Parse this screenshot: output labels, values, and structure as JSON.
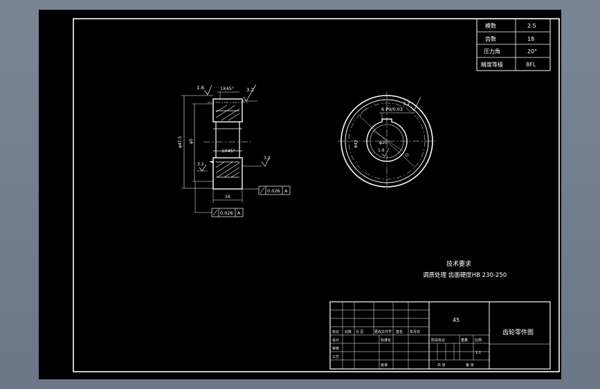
{
  "param_table": {
    "rows": [
      {
        "label": "模数",
        "value": "2.5"
      },
      {
        "label": "齿数",
        "value": "18"
      },
      {
        "label": "压力角",
        "value": "20°"
      },
      {
        "label": "精度等级",
        "value": "8FL"
      }
    ]
  },
  "side_view": {
    "chamfer_top": "1X45°",
    "chamfer_mid": "1X45°",
    "rough_tl": "1.6",
    "rough_tr": "3.2",
    "rough_l": "3.2",
    "rough_r": "3.2",
    "dim_width": "16",
    "dim_outer": "φ47.5",
    "dim_inner": "φ5",
    "tol_runout_1": "0.026",
    "tol_ref_1": "A",
    "tol_runout_2": "0.026",
    "tol_ref_2": "A"
  },
  "front_view": {
    "keyway_label": "6 P9/0.03",
    "dim_diam": "φ42",
    "dim_bore": "φ20",
    "rough_in": "1.6",
    "rough_top": "3.2"
  },
  "tech_req": {
    "title": "技术要求",
    "line": "调质处理 齿面硬度HB 230-250"
  },
  "title_block": {
    "material": "45",
    "drawing_name": "齿轮零件图",
    "cells": [
      "标记",
      "处数",
      "分 区",
      "更改文件号",
      "签名",
      "年月日",
      "设计",
      "标准化",
      "阶段标记",
      "重量",
      "比例",
      "审核",
      "工艺",
      "批准",
      "共 张",
      "第 张",
      "1:1"
    ]
  }
}
